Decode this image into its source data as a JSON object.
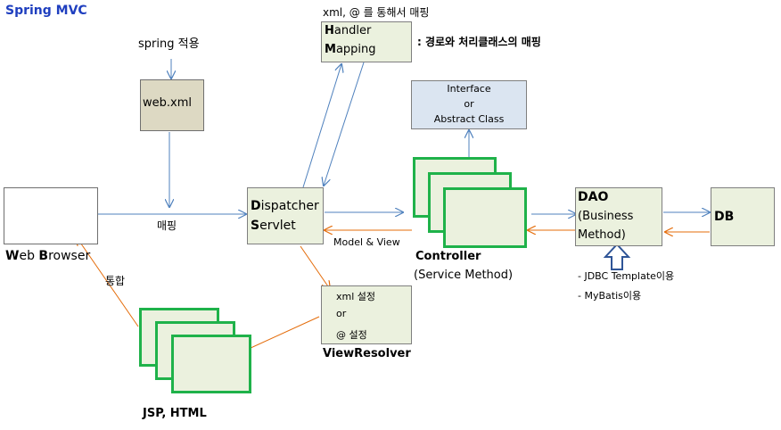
{
  "title": "Spring MVC",
  "spring_apply": "spring 적용",
  "webxml": "web.xml",
  "mapping_via": "xml, @ 를 통해서 매핑",
  "handler_mapping": {
    "line1_bold": "H",
    "line1_rest": "andler",
    "line2_bold": "M",
    "line2_rest": "apping"
  },
  "handler_desc": ": 경로와 처리클래스의 매핑",
  "interface": {
    "l1": "Interface",
    "l2": "or",
    "l3": "Abstract Class"
  },
  "web_browser": {
    "b1": "W",
    "r1": "eb ",
    "b2": "B",
    "r2": "rowser"
  },
  "mapping_label": "매핑",
  "dispatcher": {
    "b1": "D",
    "r1": "ispatcher",
    "b2": "S",
    "r2": "ervlet"
  },
  "model_view": "Model & View",
  "controller": {
    "title": "Controller",
    "sub": "(Service Method)"
  },
  "dao": {
    "title": "DAO",
    "l2": "(Business",
    "l3": "Method)"
  },
  "db": "DB",
  "dao_notes": [
    "- JDBC Template이용",
    "- MyBatis이용"
  ],
  "view_resolver": {
    "l1": "xml 설정",
    "l2": "or",
    "l3": "@ 설정",
    "title": "ViewResolver"
  },
  "integrate": "통합",
  "jsp_html": "JSP, HTML",
  "colors": {
    "title": "#1f3fbf",
    "blue_arrow": "#4f81bd",
    "orange_arrow": "#e46c0a",
    "green_border": "#1fb24a"
  }
}
